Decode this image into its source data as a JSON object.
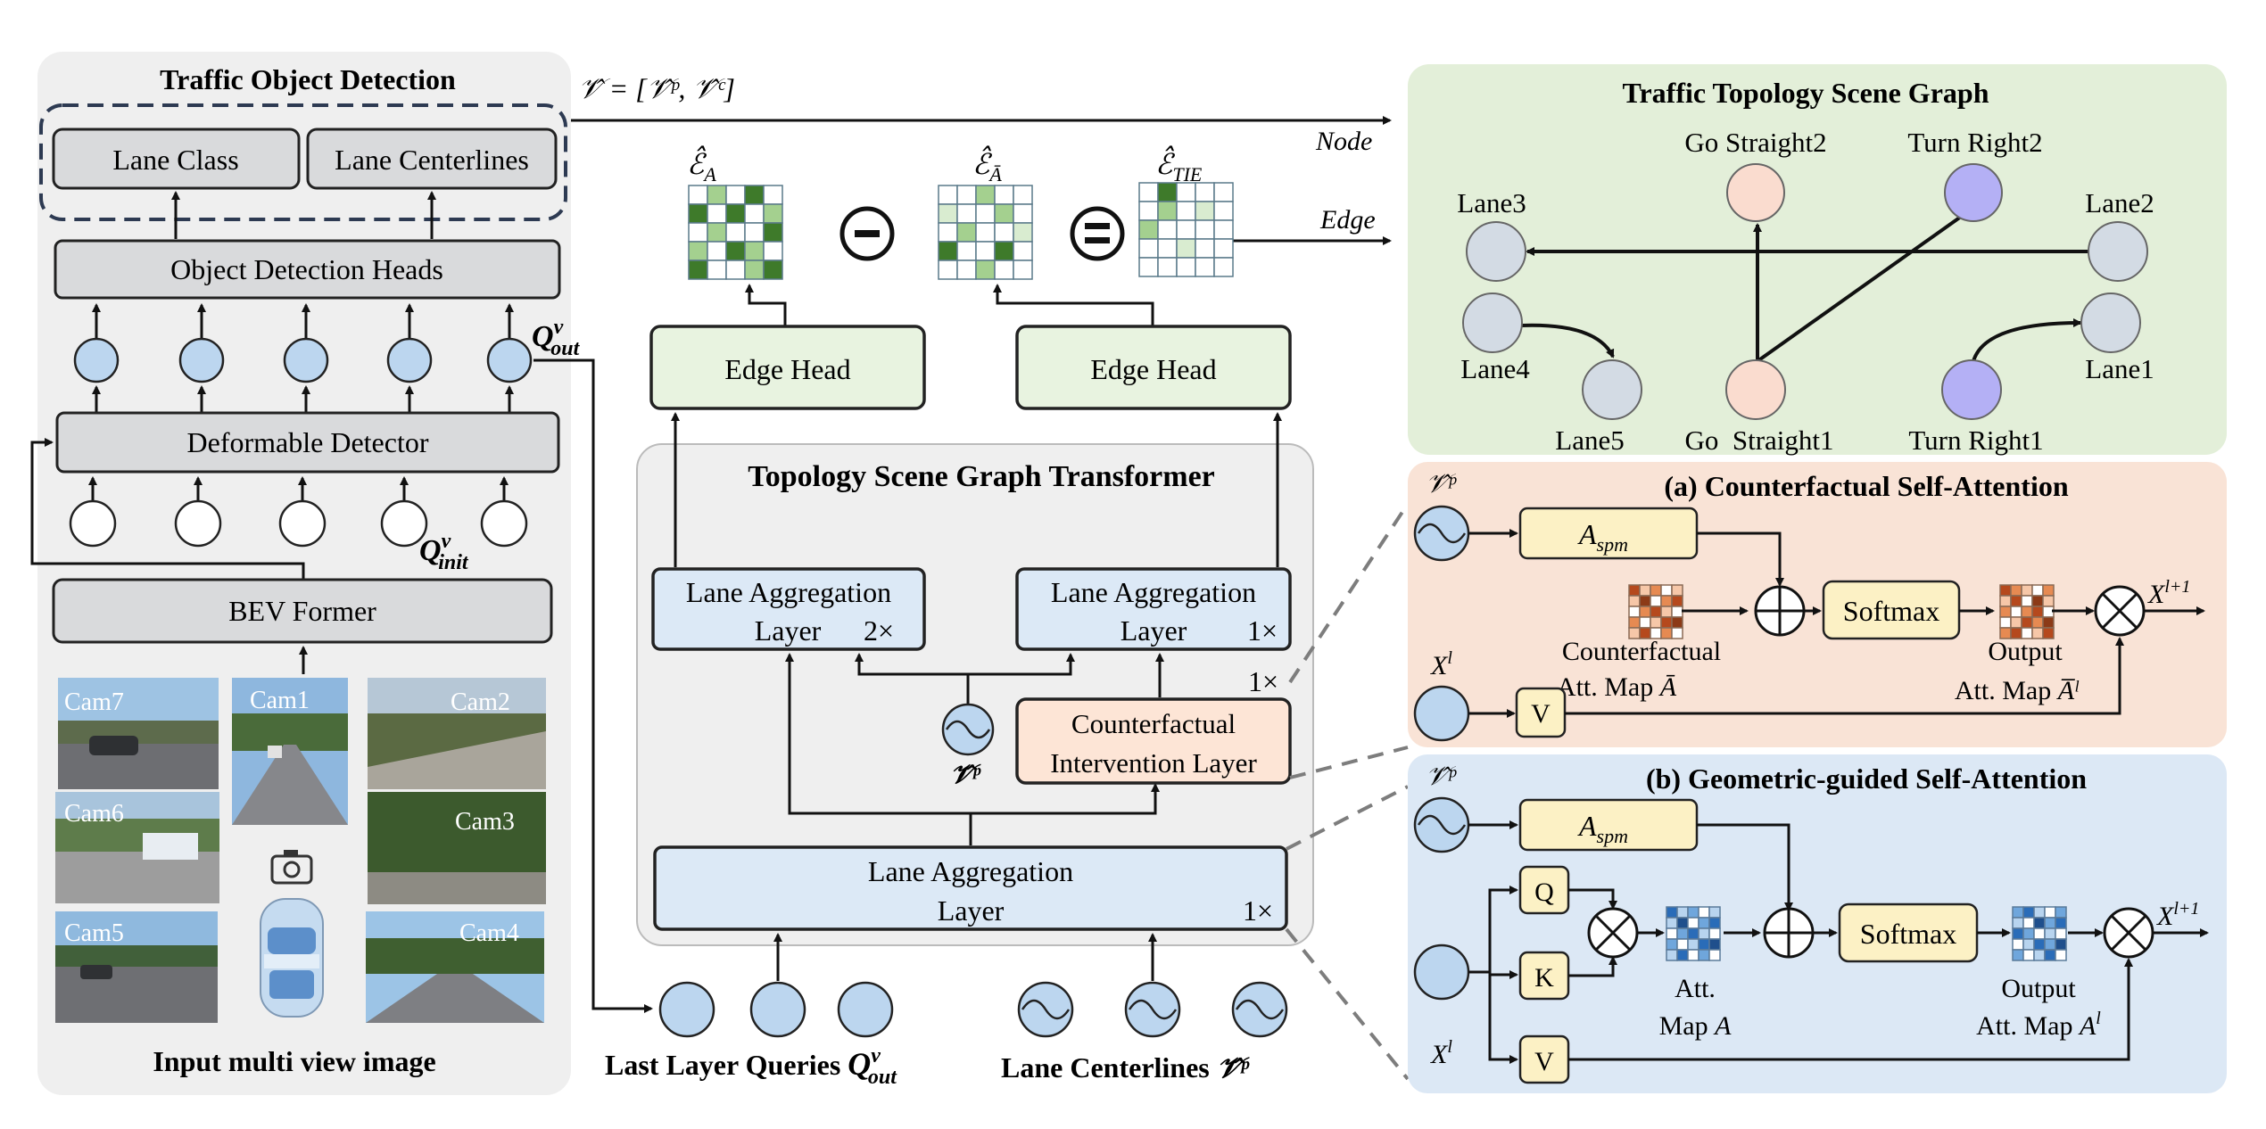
{
  "left_panel": {
    "title": "Traffic Object Detection",
    "lane_class": "Lane Class",
    "lane_centerlines": "Lane Centerlines",
    "heads": "Object Detection Heads",
    "q_out": "Q",
    "q_out_sup": "v",
    "q_out_sub": "out",
    "deformable": "Deformable Detector",
    "q_init": "Q",
    "q_init_sup": "v",
    "q_init_sub": "init",
    "bev": "BEV Former",
    "cams": [
      "Cam7",
      "Cam1",
      "Cam2",
      "Cam6",
      "Cam3",
      "Cam5",
      "Cam4"
    ],
    "footer": "Input multi view image",
    "camera_icon": "camera-icon",
    "car_icon": "car-icon"
  },
  "top_formula": "𝒱̂ = [𝒱̂ᵖ, 𝒱̂ᶜ]",
  "node_label": "Node",
  "edge_label": "Edge",
  "matrices": {
    "ea": "ℰ̂",
    "ea_sub": "A",
    "eabar": "ℰ̂",
    "eabar_sub": "Ā",
    "etie": "ℰ̂",
    "etie_sub": "TIE",
    "minus": "-",
    "equals": "="
  },
  "edge_head_1": "Edge Head",
  "edge_head_2": "Edge Head",
  "transformer": {
    "title": "Topology Scene Graph Transformer",
    "lal1_l1": "Lane Aggregation",
    "lal1_l2": "Layer",
    "lal1_mult": "2×",
    "lal2_l1": "Lane Aggregation",
    "lal2_l2": "Layer",
    "lal2_mult": "1×",
    "cil_l1": "Counterfactual",
    "cil_l2": "Intervention Layer",
    "cil_mult": "1×",
    "vp": "𝒱̂ᵖ",
    "lal3_l1": "Lane Aggregation",
    "lal3_l2": "Layer",
    "lal3_mult": "1×"
  },
  "bottom_labels": {
    "queries": "Last Layer Queries ",
    "queries_q": "Q",
    "queries_sup": "v",
    "queries_sub": "out",
    "centerlines": "Lane Centerlines ",
    "centerlines_v": "𝒱̂ᵖ"
  },
  "scene_graph": {
    "title": "Traffic Topology Scene Graph",
    "nodes": [
      "Go Straight2",
      "Turn Right2",
      "Lane3",
      "Lane2",
      "Lane4",
      "Lane1",
      "Lane5",
      "Go  Straight1",
      "Turn Right1"
    ]
  },
  "panel_a": {
    "title": "(a) Counterfactual Self-Attention",
    "vp": "𝒱̂ᵖ",
    "aspm": "A",
    "aspm_sub": "spm",
    "softmax": "Softmax",
    "xl1": "X",
    "xl1_sup": "l+1",
    "cf_l1": "Counterfactual",
    "cf_l2": "Att. Map ",
    "cf_sym": "Ā",
    "out_l1": "Output",
    "out_l2": "Att. Map ",
    "out_sym": "A̅ˡ",
    "xl": "X",
    "xl_sup": "l",
    "v": "V"
  },
  "panel_b": {
    "title": "(b) Geometric-guided Self-Attention",
    "vp": "𝒱̂ᵖ",
    "aspm": "A",
    "aspm_sub": "spm",
    "q": "Q",
    "k": "K",
    "v": "V",
    "softmax": "Softmax",
    "xl1": "X",
    "xl1_sup": "l+1",
    "att_l1": "Att.",
    "att_l2": "Map ",
    "att_sym": "A",
    "out_l1": "Output",
    "out_l2": "Att. Map ",
    "out_sym": "A",
    "out_sup": "l",
    "xl": "X",
    "xl_sup": "l"
  },
  "colors": {
    "gray_panel": "#efefef",
    "gray_box": "#d9dadc",
    "blue_circle": "#bcd6ef",
    "green_panel": "#e3efd9",
    "green_box": "#e8f3e0",
    "orange_panel": "#f9e3d6",
    "orange_box": "#fde5d6",
    "blue_panel": "#dce8f5",
    "blue_box": "#dce9f6",
    "purple_node": "#b4b0f5",
    "peach_node": "#fadccf",
    "gray_node": "#d3dbe4",
    "yellow_box": "#fcf1c5",
    "dark_green": "#3e7a2a",
    "mid_green": "#a4d08f",
    "light_green": "#d9ecd0"
  }
}
